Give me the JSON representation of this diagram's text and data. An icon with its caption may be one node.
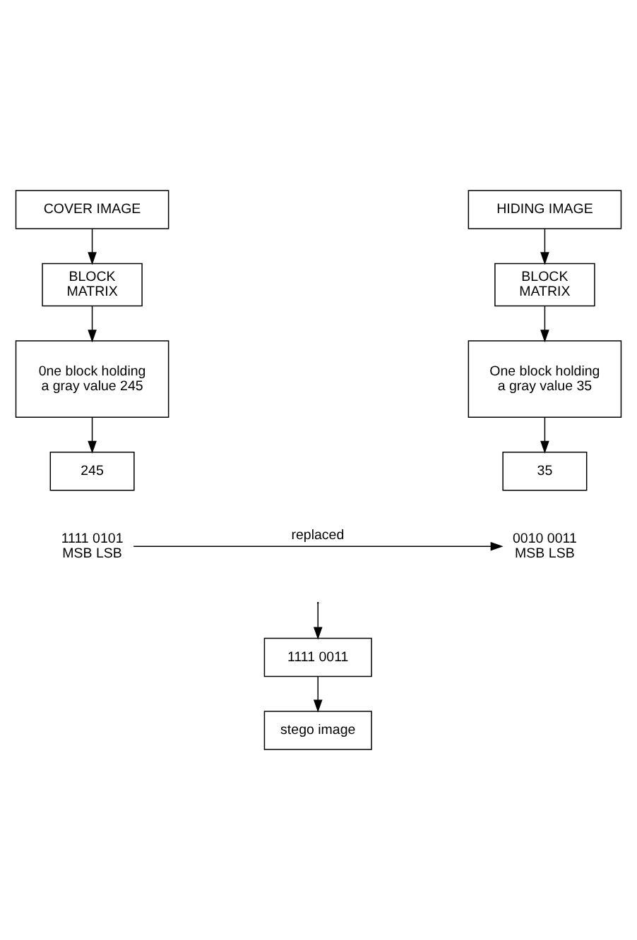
{
  "diagram": {
    "nodes": [
      {
        "text": [
          "COVER IMAGE"
        ]
      },
      {
        "text": [
          "HIDING IMAGE"
        ]
      },
      {
        "text": [
          "BLOCK MATRIX"
        ]
      },
      {
        "text": [
          "BLOCK MATRIX"
        ]
      },
      {
        "text": [
          "0ne block holding a gray value 245"
        ]
      },
      {
        "text": [
          "One block holding a gray value 35"
        ]
      },
      {
        "text": [
          "245"
        ]
      },
      {
        "text": [
          "35"
        ]
      },
      {
        "text": [
          "1111 0101 MSB LSB"
        ]
      },
      {
        "text": [
          "0010 0011 MSB LSB"
        ]
      },
      {
        "text": [
          "1111 0011"
        ]
      },
      {
        "text": [
          "stego image"
        ]
      }
    ],
    "edges": [
      {
        "from": 0,
        "to": 2,
        "arrow": "to"
      },
      {
        "from": 1,
        "to": 3,
        "arrow": "to"
      },
      {
        "from": 2,
        "to": 4,
        "arrow": "to"
      },
      {
        "from": 3,
        "to": 5,
        "arrow": "to"
      },
      {
        "from": 4,
        "to": 6,
        "arrow": "to"
      },
      {
        "from": 5,
        "to": 7,
        "arrow": "to"
      },
      {
        "from": 8,
        "to": 9,
        "arrow": "to",
        "label": "replaced"
      },
      {
        "from": null,
        "to": 10,
        "arrow": "to"
      },
      {
        "from": 10,
        "to": 11,
        "arrow": "to"
      }
    ]
  }
}
